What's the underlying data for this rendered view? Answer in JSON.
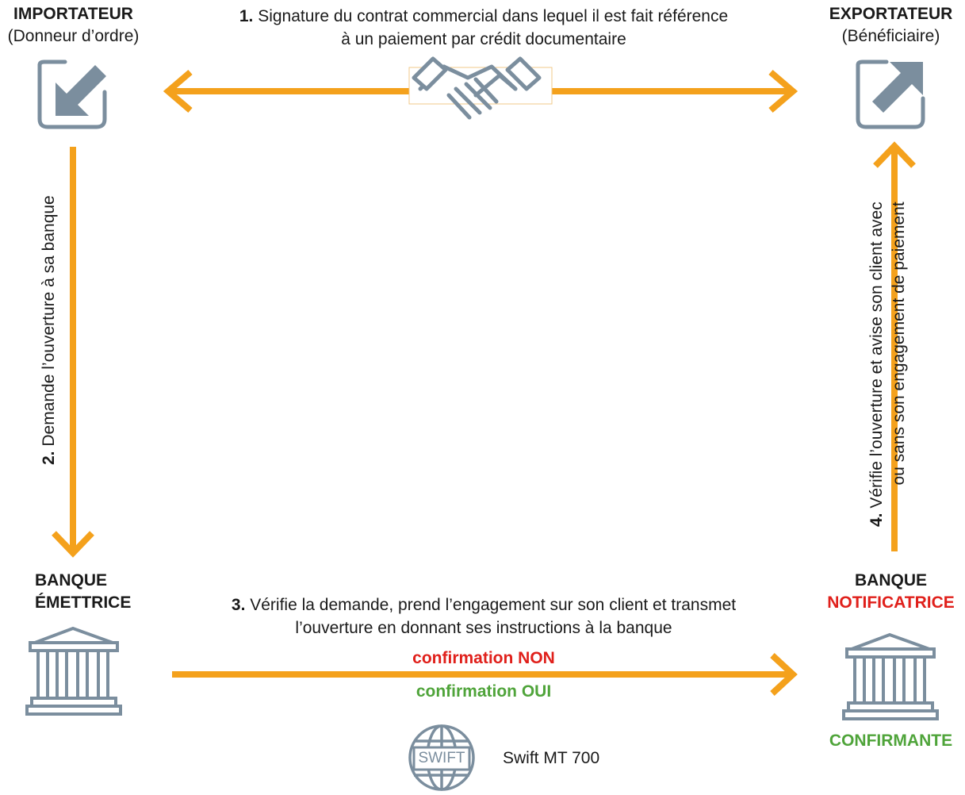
{
  "importer": {
    "title": "IMPORTATEUR",
    "subtitle": "(Donneur d’ordre)"
  },
  "exporter": {
    "title": "EXPORTATEUR",
    "subtitle": "(Bénéficiaire)"
  },
  "issuing_bank": {
    "line1": "BANQUE",
    "line2": "ÉMETTRICE"
  },
  "advising_bank": {
    "line1": "BANQUE",
    "line2": "NOTIFICATRICE",
    "confirming": "CONFIRMANTE"
  },
  "step1": {
    "num": "1.",
    "line1": "Signature du contrat commercial dans lequel il est fait référence",
    "line2": "à un paiement par crédit documentaire"
  },
  "step2": {
    "num": "2.",
    "text": "Demande l’ouverture à sa banque"
  },
  "step3": {
    "num": "3.",
    "line1": "Vérifie la demande, prend l’engagement sur son client et transmet",
    "line2": "l’ouverture en donnant ses instructions à la banque",
    "confirmation_no": "confirmation NON",
    "confirmation_yes": "confirmation OUI"
  },
  "step4": {
    "num": "4.",
    "line1": "Vérifie l’ouverture et avise  son client avec",
    "line2": "ou sans son engagement de paiement"
  },
  "swift": {
    "logo_text": "SWIFT",
    "label": "Swift MT 700"
  },
  "colors": {
    "arrow": "#f4a11c",
    "icon": "#7b8e9e",
    "red": "#e0201b",
    "green": "#4fa43a"
  }
}
